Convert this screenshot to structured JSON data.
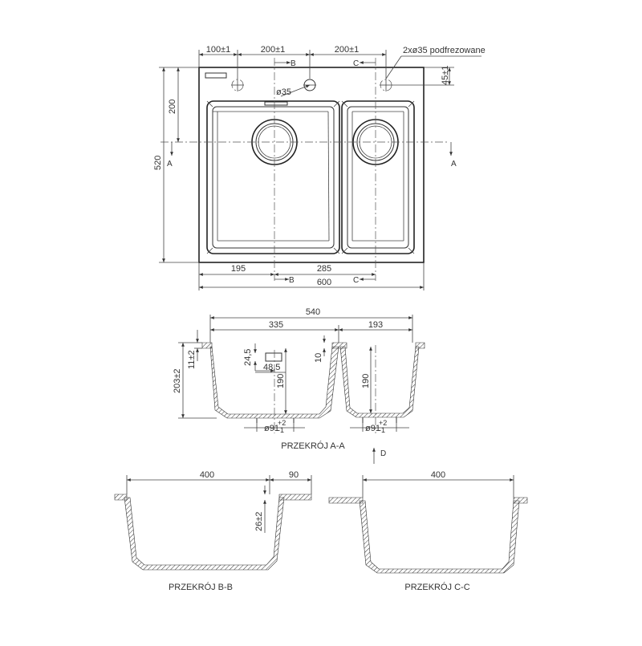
{
  "top_view": {
    "dim_100": "100±1",
    "dim_200a": "200±1",
    "dim_200b": "200±1",
    "holes_note": "2xø35 podfrezowane",
    "dim_45": "45±1",
    "dim_200_left": "200",
    "dim_520": "520",
    "dia_35": "ø35",
    "dim_195": "195",
    "dim_285": "285",
    "dim_600": "600",
    "sec_a_left": "A",
    "sec_a_right": "A",
    "sec_b_top": "B",
    "sec_c_top": "C",
    "sec_b_bottom": "B",
    "sec_c_bottom": "C"
  },
  "section_aa": {
    "dim_540": "540",
    "dim_335": "335",
    "dim_193": "193",
    "dim_24_5": "24,5",
    "dim_48_5": "48,5",
    "dim_11": "11±2",
    "dim_203": "203±2",
    "dim_190a": "190",
    "dim_190b": "190",
    "dim_10": "10",
    "dia_91a": "ø91",
    "dia_91b": "ø91",
    "tol_91": "+2",
    "tol_91_low": "-1",
    "label": "PRZEKRÓJ A-A",
    "view_d": "D"
  },
  "section_bb": {
    "dim_400": "400",
    "dim_90": "90",
    "dim_26": "26±2",
    "label": "PRZEKRÓJ B-B"
  },
  "section_cc": {
    "dim_400": "400",
    "label": "PRZEKRÓJ C-C"
  }
}
